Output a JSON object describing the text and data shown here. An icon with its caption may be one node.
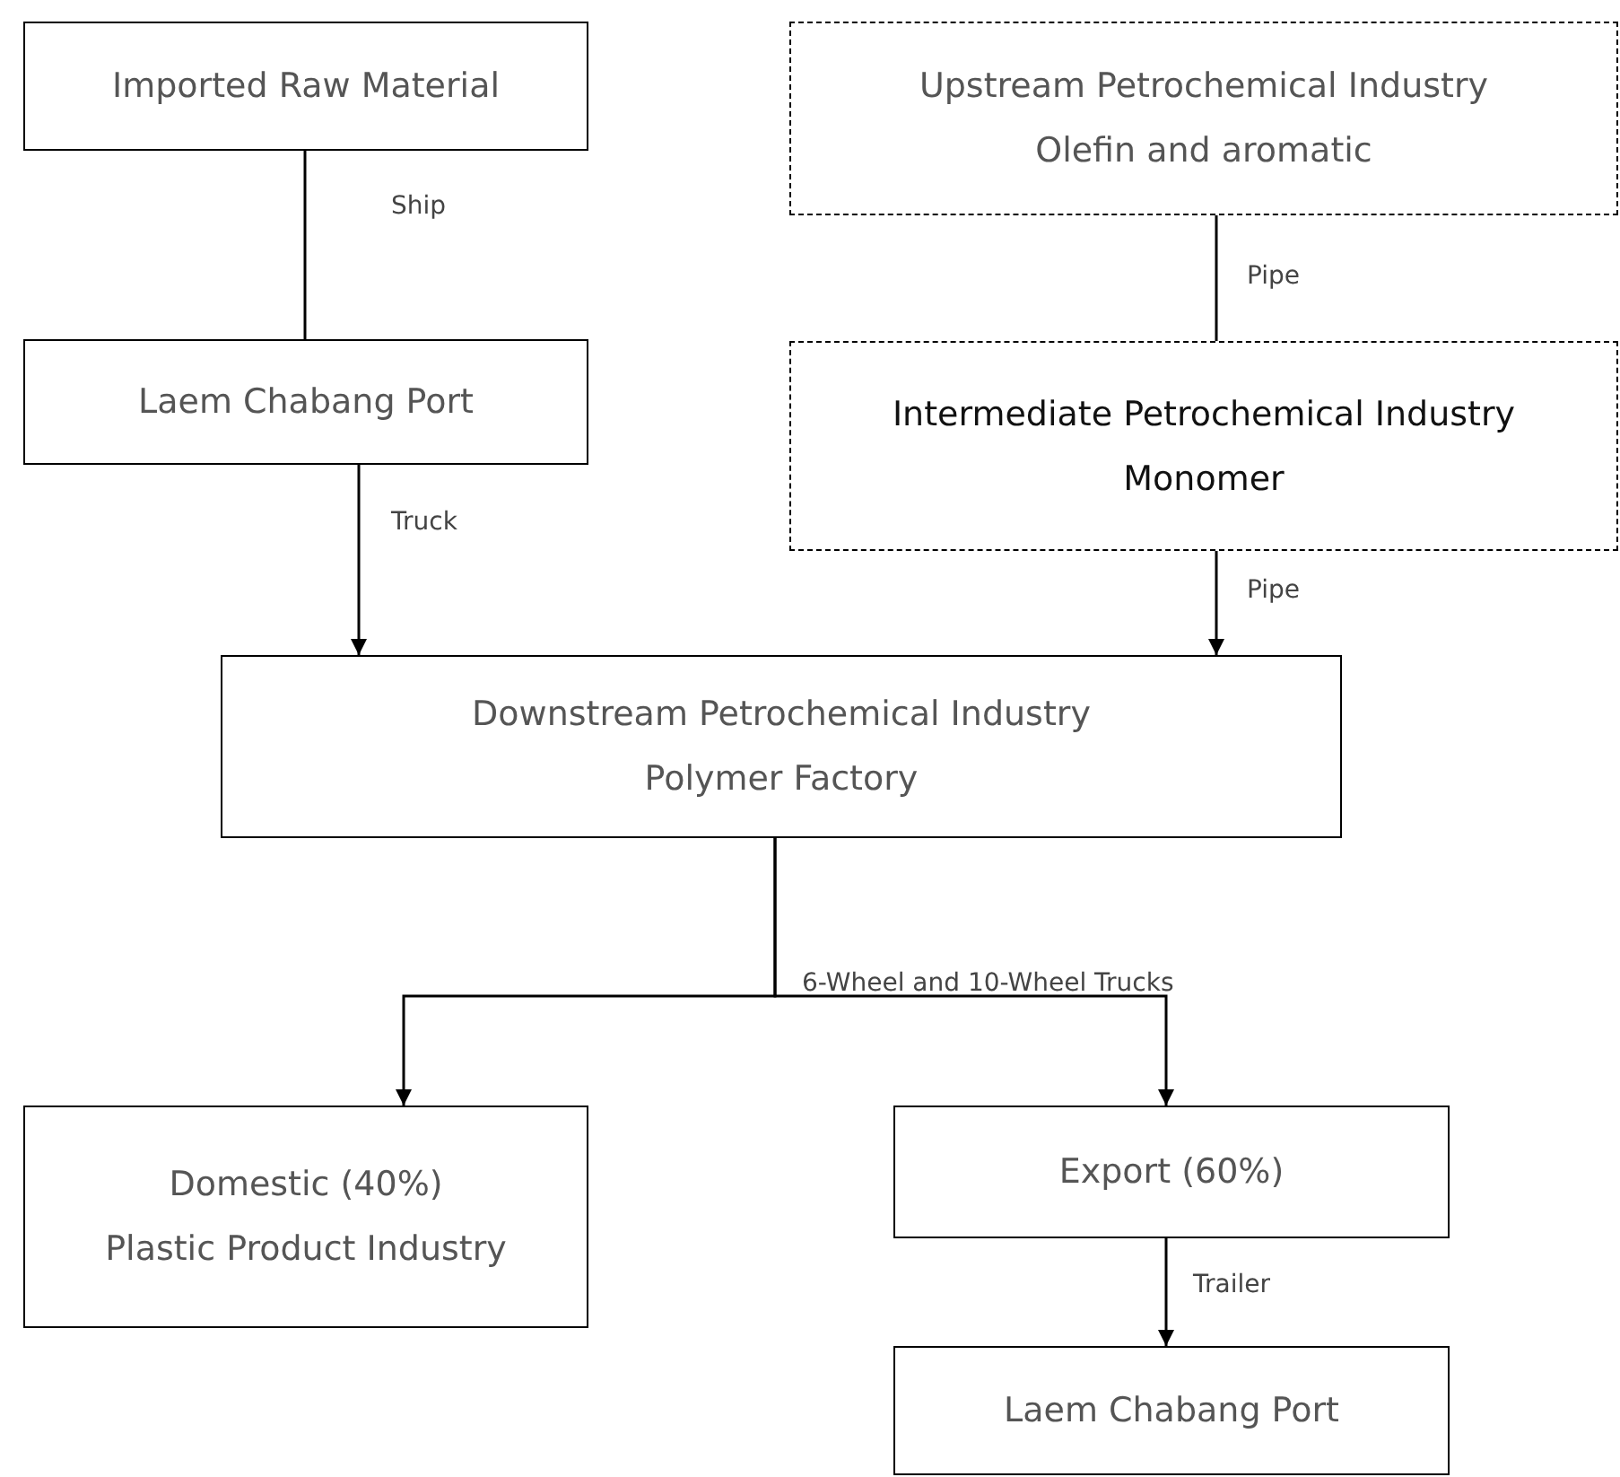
{
  "diagram": {
    "nodes": [
      {
        "text": [
          "Imported Raw Material"
        ]
      },
      {
        "text": [
          "Upstream Petrochemical Industry",
          "Olefin and aromatic"
        ]
      },
      {
        "text": [
          "Laem Chabang Port"
        ]
      },
      {
        "text": [
          "Intermediate Petrochemical Industry",
          "Monomer"
        ]
      },
      {
        "text": [
          "Downstream Petrochemical Industry",
          "Polymer Factory"
        ]
      },
      {
        "text": [
          "Domestic (40%)",
          "Plastic Product Industry"
        ]
      },
      {
        "text": [
          "Export (60%)"
        ]
      },
      {
        "text": [
          "Laem Chabang Port"
        ]
      }
    ],
    "edges": [
      {
        "from": 0,
        "to": 2,
        "arrow": "none",
        "label": "Ship"
      },
      {
        "from": 1,
        "to": 3,
        "arrow": "none",
        "label": "Pipe"
      },
      {
        "from": 2,
        "to": 4,
        "arrow": "to",
        "label": "Truck"
      },
      {
        "from": 3,
        "to": 4,
        "arrow": "to",
        "label": "Pipe"
      },
      {
        "from": 4,
        "to": 5,
        "arrow": "to",
        "label": "6-Wheel and 10-Wheel Trucks"
      },
      {
        "from": 4,
        "to": 6,
        "arrow": "to"
      },
      {
        "from": 6,
        "to": 7,
        "arrow": "to",
        "label": "Trailer"
      }
    ]
  }
}
